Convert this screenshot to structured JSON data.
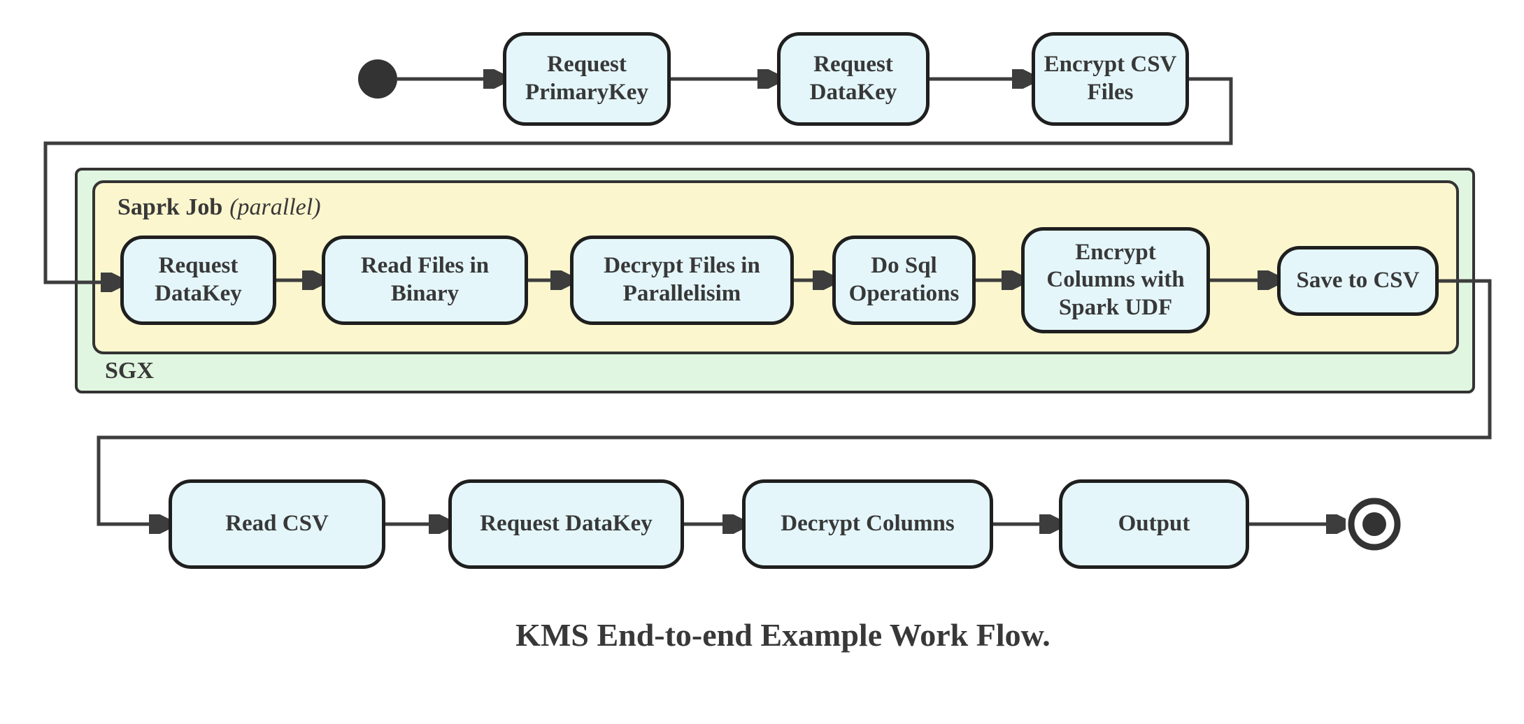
{
  "diagram": {
    "caption": "KMS End-to-end Example Work Flow.",
    "top_flow": {
      "start_node": {
        "type": "initial"
      },
      "nodes": [
        {
          "id": "request-primarykey",
          "label": "Request PrimaryKey"
        },
        {
          "id": "request-datakey",
          "label": "Request DataKey"
        },
        {
          "id": "encrypt-csv-files",
          "label": "Encrypt CSV Files"
        }
      ]
    },
    "sgx_container": {
      "label": "SGX",
      "spark_job_container": {
        "label": "Saprk Job",
        "label_annotation": "(parallel)",
        "nodes": [
          {
            "id": "request-datakey-sgx",
            "label": "Request DataKey"
          },
          {
            "id": "read-files-in-binary",
            "label": "Read Files in Binary"
          },
          {
            "id": "decrypt-files-in-parallelisim",
            "label": "Decrypt Files in Parallelisim"
          },
          {
            "id": "do-sql-operations",
            "label": "Do Sql Operations"
          },
          {
            "id": "encrypt-columns-with-spark-udf",
            "label": "Encrypt Columns with Spark UDF"
          },
          {
            "id": "save-to-csv",
            "label": "Save to CSV"
          }
        ]
      }
    },
    "bottom_flow": {
      "nodes": [
        {
          "id": "read-csv",
          "label": "Read CSV"
        },
        {
          "id": "request-datakey-out",
          "label": "Request DataKey"
        },
        {
          "id": "decrypt-columns",
          "label": "Decrypt Columns"
        },
        {
          "id": "output",
          "label": "Output"
        }
      ],
      "end_node": {
        "type": "final"
      }
    },
    "colors": {
      "action_fill": "#e4f6fa",
      "action_border": "#1f1f1f",
      "spark_container_fill": "#fbf6cd",
      "sgx_container_fill": "#e1f6e0",
      "container_border": "#333333",
      "connector": "#3d3d3d",
      "text": "#383838",
      "background": "#ffffff"
    }
  }
}
